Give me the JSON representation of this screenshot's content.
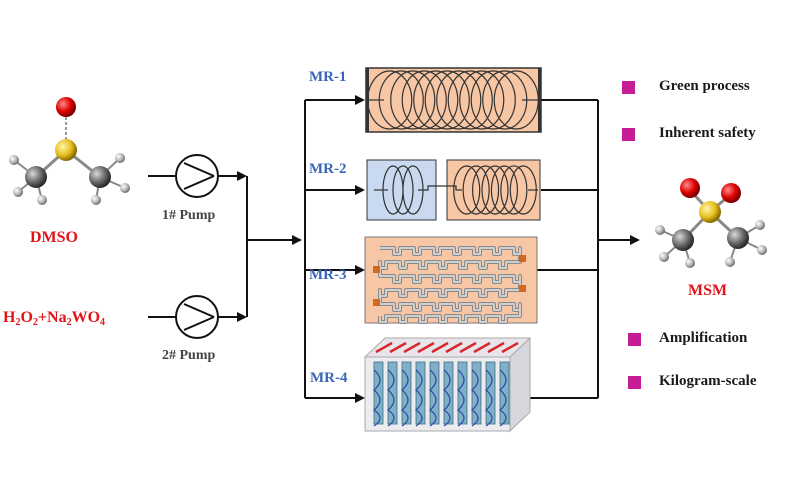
{
  "reactants": {
    "dmso_label": "DMSO",
    "oxidant_label": {
      "parts": [
        {
          "text": "H",
          "sub": false
        },
        {
          "text": "2",
          "sub": true
        },
        {
          "text": "O",
          "sub": false
        },
        {
          "text": "2",
          "sub": true
        },
        {
          "text": "+Na",
          "sub": false
        },
        {
          "text": "2",
          "sub": true
        },
        {
          "text": "WO",
          "sub": false
        },
        {
          "text": "4",
          "sub": true
        }
      ]
    }
  },
  "pumps": {
    "pump1_label": "1# Pump",
    "pump2_label": "2# Pump"
  },
  "reactors": [
    {
      "id": "mr1",
      "label": "MR-1"
    },
    {
      "id": "mr2",
      "label": "MR-2"
    },
    {
      "id": "mr3",
      "label": "MR-3"
    },
    {
      "id": "mr4",
      "label": "MR-4"
    }
  ],
  "product": {
    "label": "MSM"
  },
  "features": {
    "top": [
      "Green process",
      "Inherent safety"
    ],
    "bottom": [
      "Amplification",
      "Kilogram-scale"
    ]
  },
  "colors": {
    "accent_red": "#e0151b",
    "reactor_blue": "#3a66b8",
    "feature_marker": "#c61c96",
    "reactor_fill": "#f7c6a4",
    "mr2_left_fill": "#c9d9ef"
  }
}
